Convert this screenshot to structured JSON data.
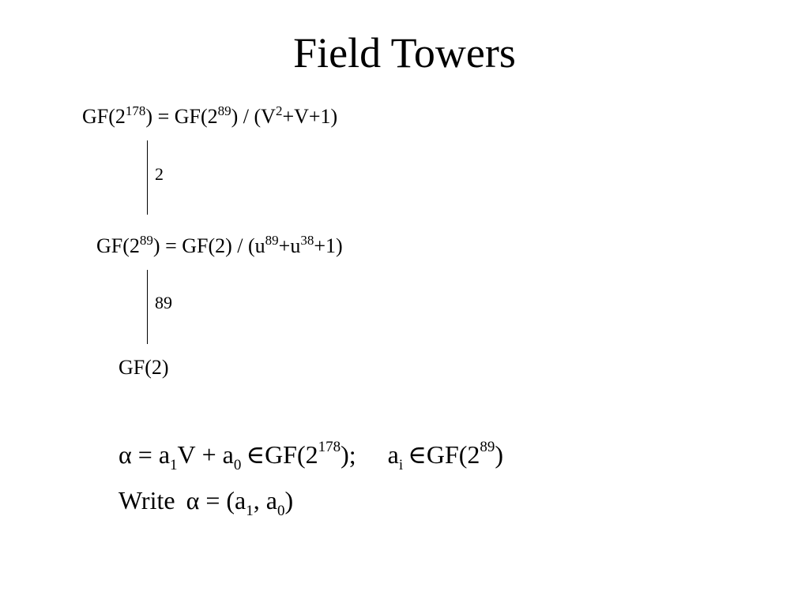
{
  "slide": {
    "title": "Field Towers",
    "tower": {
      "top": {
        "gf": "GF(2",
        "exp1": "178",
        "mid": ") = GF(2",
        "exp2": "89",
        "rest": ") / (V",
        "exp3": "2",
        "tail": "+V+1)"
      },
      "degree_top": "2",
      "middle": {
        "gf": "GF(2",
        "exp1": "89",
        "mid": ") = GF(2) / (u",
        "exp2": "89",
        "plus": "+u",
        "exp3": "38",
        "tail": "+1)"
      },
      "degree_bottom": "89",
      "base": "GF(2)"
    },
    "equation1": {
      "alpha": "α",
      "eq": "=",
      "a1": "a",
      "sub1": "1",
      "v": "V",
      "plus": "+",
      "a0": "a",
      "sub0": "0",
      "in1": "∈",
      "gf1": "GF(2",
      "exp1": "178",
      "close1": ");",
      "ai": "a",
      "subi": "i",
      "in2": "∈",
      "gf2": "GF(2",
      "exp2": "89",
      "close2": ")"
    },
    "equation2": {
      "write": "Write",
      "alpha": "α",
      "eq": "=",
      "open": "(a",
      "sub1": "1",
      "comma": ", a",
      "sub0": "0",
      "close": ")"
    }
  }
}
